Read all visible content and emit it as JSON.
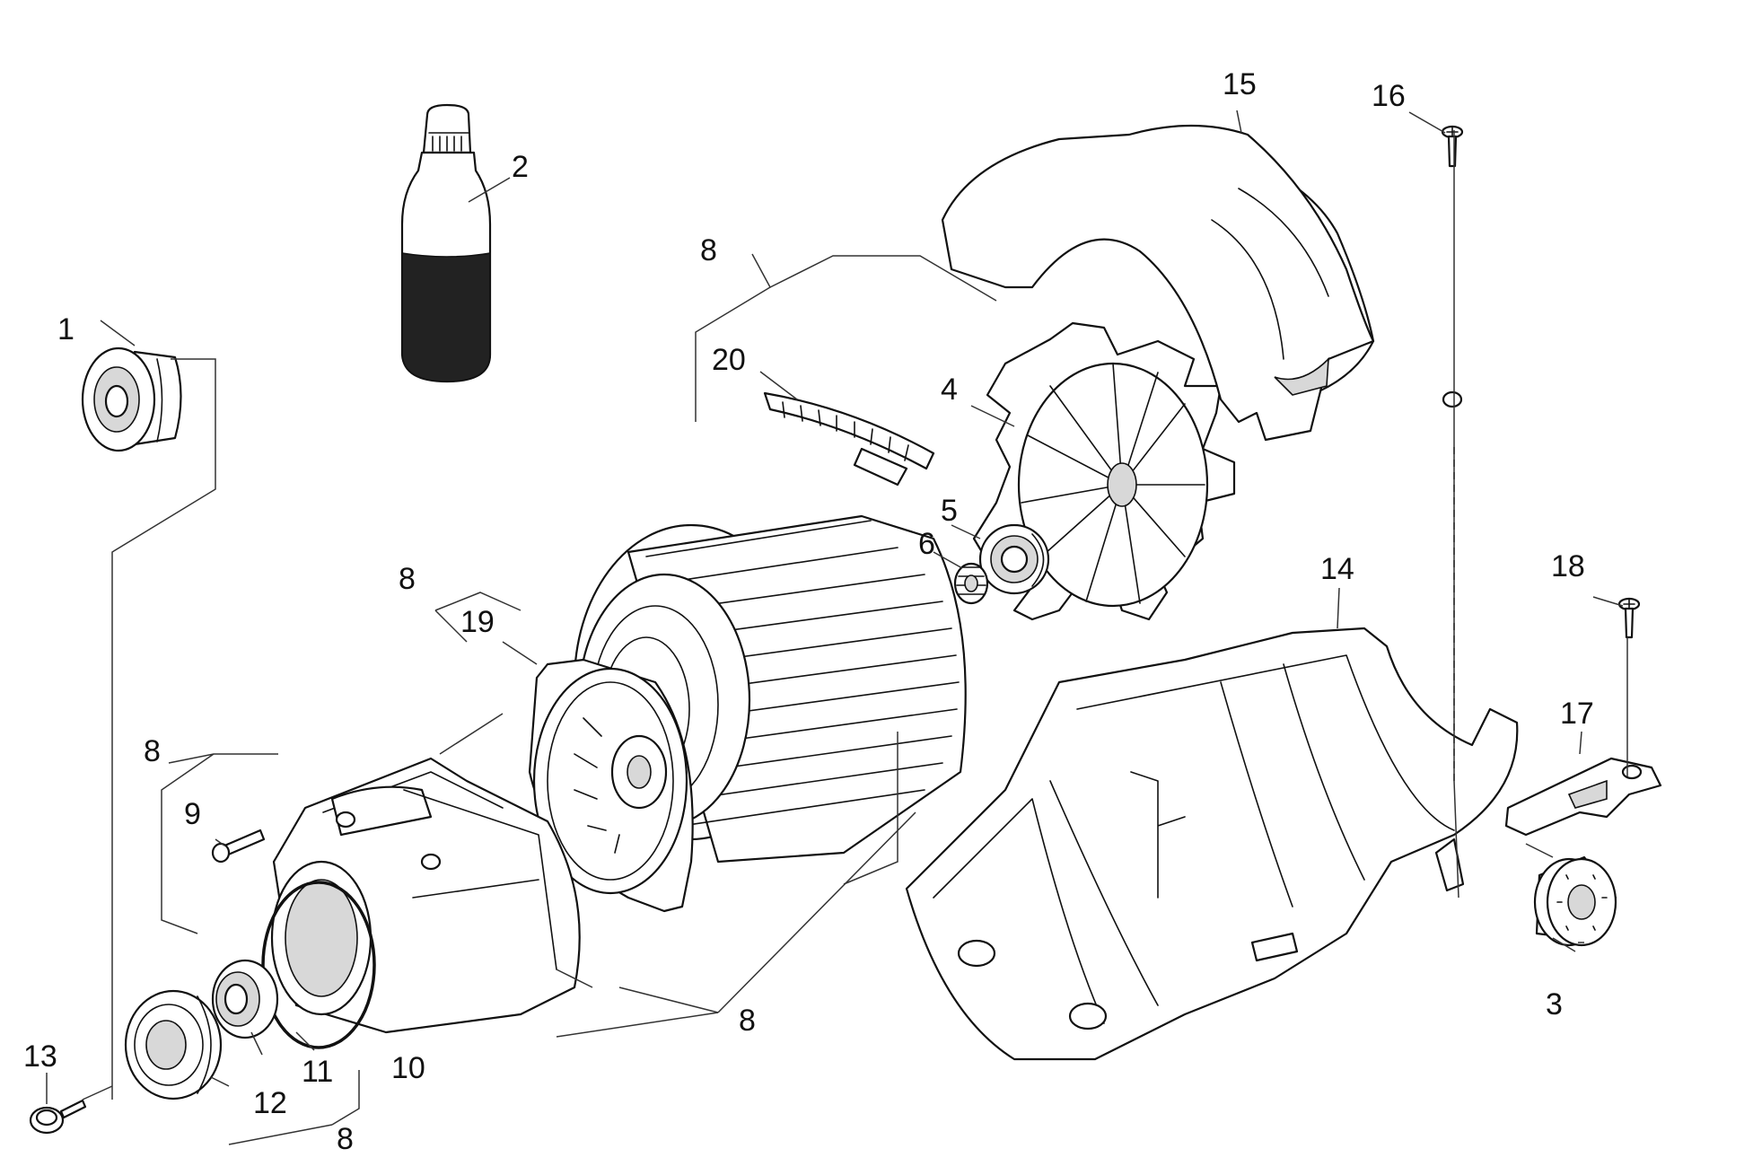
{
  "parts": [
    {
      "id": "1",
      "label": "1"
    },
    {
      "id": "2",
      "label": "2"
    },
    {
      "id": "3",
      "label": "3"
    },
    {
      "id": "4",
      "label": "4"
    },
    {
      "id": "5",
      "label": "5"
    },
    {
      "id": "6",
      "label": "6"
    },
    {
      "id": "8a",
      "label": "8"
    },
    {
      "id": "8b",
      "label": "8"
    },
    {
      "id": "8c",
      "label": "8"
    },
    {
      "id": "8d",
      "label": "8"
    },
    {
      "id": "8e",
      "label": "8"
    },
    {
      "id": "9",
      "label": "9"
    },
    {
      "id": "10",
      "label": "10"
    },
    {
      "id": "11",
      "label": "11"
    },
    {
      "id": "12",
      "label": "12"
    },
    {
      "id": "13",
      "label": "13"
    },
    {
      "id": "14",
      "label": "14"
    },
    {
      "id": "15",
      "label": "15"
    },
    {
      "id": "16",
      "label": "16"
    },
    {
      "id": "17",
      "label": "17"
    },
    {
      "id": "18",
      "label": "18"
    },
    {
      "id": "19",
      "label": "19"
    },
    {
      "id": "20",
      "label": "20"
    }
  ]
}
